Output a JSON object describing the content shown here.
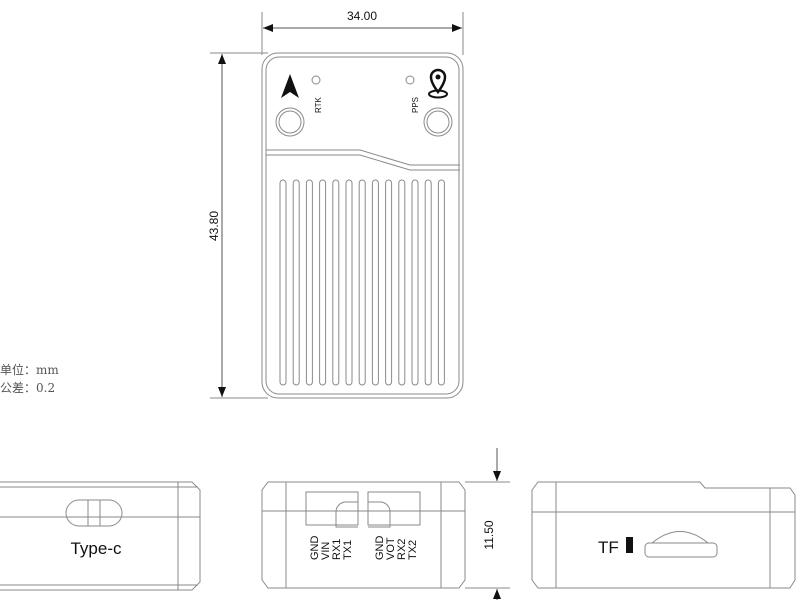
{
  "dimensions": {
    "width": "34.00",
    "height": "43.80",
    "thickness": "11.50"
  },
  "top_view": {
    "rtk_label": "RTK",
    "pps_label": "PPS",
    "icons": [
      "north-arrow-icon",
      "location-pin-icon"
    ]
  },
  "notes": {
    "unit": "单位：mm",
    "tolerance": "公差：0.2"
  },
  "side_left": {
    "port_label": "Type-c"
  },
  "side_middle": {
    "connector1_pins": [
      "GND",
      "VIN",
      "RX1",
      "TX1"
    ],
    "connector2_pins": [
      "GND",
      "VOT",
      "RX2",
      "TX2"
    ]
  },
  "side_right": {
    "slot_label": "TF"
  }
}
